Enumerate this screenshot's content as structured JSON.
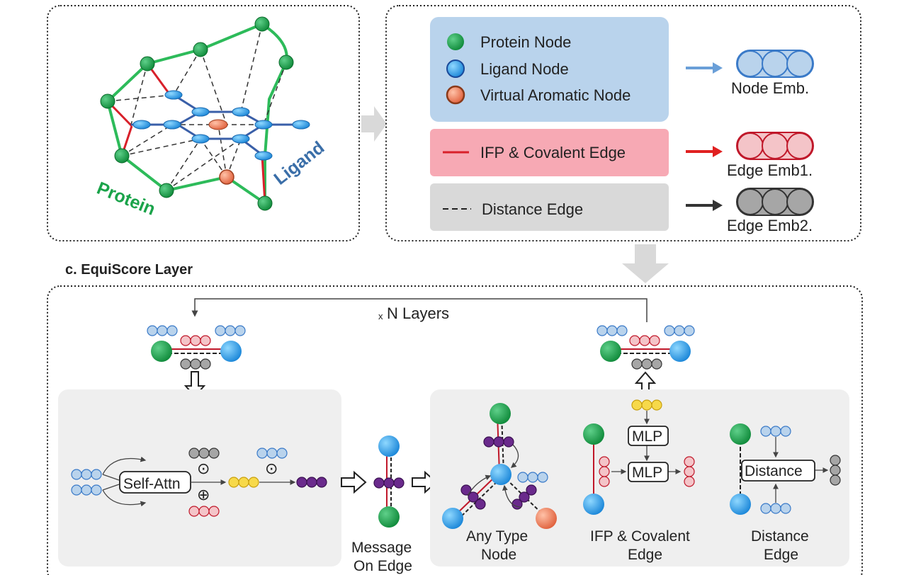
{
  "panels": {
    "graph": {
      "protein_label": "Protein",
      "ligand_label": "Ligand"
    },
    "legend": {
      "protein_node": "Protein Node",
      "ligand_node": "Ligand Node",
      "virtual_node": "Virtual Aromatic Node",
      "ifp_edge": "IFP & Covalent  Edge",
      "distance_edge": "Distance Edge",
      "node_emb": "Node Emb.",
      "edge_emb1": "Edge Emb1.",
      "edge_emb2": "Edge Emb2."
    },
    "layer": {
      "title": "c. EquiScore Layer",
      "n_layers_prefix": "x",
      "n_layers": "N Layers",
      "self_attn": "Self-Attn",
      "odot": "⊙",
      "oplus": "⊕",
      "message_on_edge_1": "Message",
      "message_on_edge_2": "On Edge",
      "any_type_node_1": "Any Type",
      "any_type_node_2": "Node",
      "mlp": "MLP",
      "ifp_cov_1": "IFP & Covalent",
      "ifp_cov_2": "Edge",
      "distance": "Distance",
      "distance_edge_1": "Distance",
      "distance_edge_2": "Edge"
    }
  },
  "colors": {
    "protein": "#1aa34a",
    "ligand": "#2e9be0",
    "virtual": "#f08a6a",
    "ifp_edge": "#e0202a",
    "legend_blue": "#b9d3ec",
    "legend_pink": "#f7a9b4",
    "legend_gray": "#d9d9d9",
    "panel_gray": "#efefef",
    "node_emb": "#b9d3ec",
    "edge_emb1": "#f4c4c8",
    "edge_emb2": "#a6a6a6",
    "yellow_emb": "#f7d94a",
    "purple_emb": "#6a2a8c",
    "ligand_text": "#3a6ea8",
    "protein_text": "#1aa34a"
  }
}
